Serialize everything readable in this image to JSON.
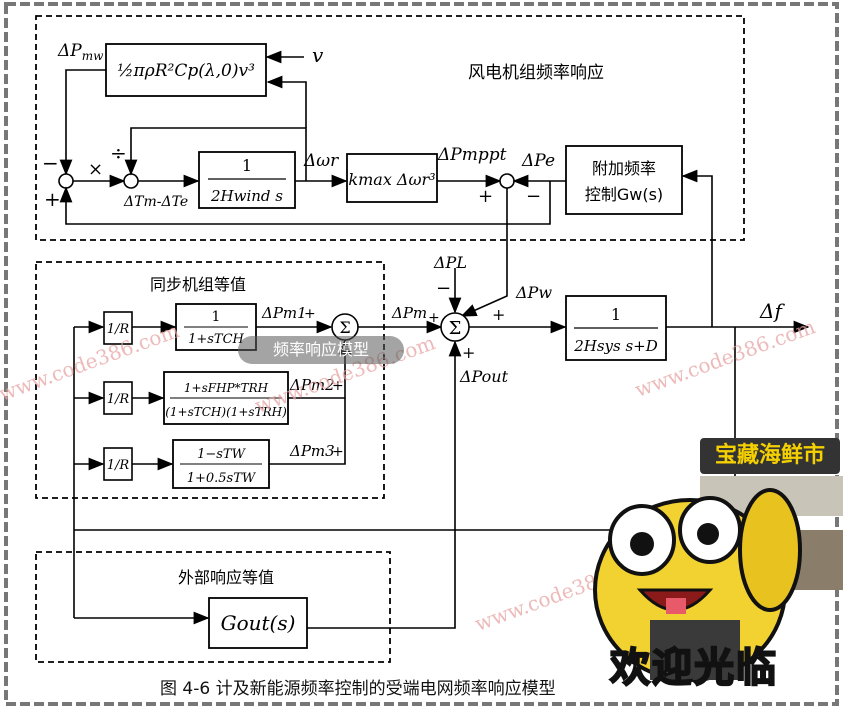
{
  "diagram": {
    "wind": {
      "section_title": "风电机组频率响应",
      "label_dPmw": "ΔP",
      "label_dPmw_sub": "mw",
      "block_aero": "½πρR²Cp(λ,0)v³",
      "input_v": "v",
      "divide_symbol": "÷",
      "times_symbol": "×",
      "sign_minus": "−",
      "sign_plus": "+",
      "label_dTm_dTe": "ΔTm-ΔTe",
      "block_inertia_num": "1",
      "block_inertia_den": "2Hwind s",
      "label_domega": "Δωr",
      "block_mppt": "kmax Δωr³",
      "label_dPmppt": "ΔPmppt",
      "label_dPe": "ΔPe",
      "sum_plus": "+",
      "sum_minus": "−",
      "block_aux_line1": "附加频率",
      "block_aux_line2": "控制Gw(s)"
    },
    "sync": {
      "section_title": "同步机组等值",
      "gain": "1/R",
      "b1_num": "1",
      "b1_den": "1+sTCH",
      "b2_num": "1+sFHP*TRH",
      "b2_den": "(1+sTCH)(1+sTRH)",
      "b3_num": "1−sTW",
      "b3_den": "1+0.5sTW",
      "label_dPm1": "ΔPm1",
      "label_dPm2": "ΔPm2",
      "label_dPm3": "ΔPm3",
      "plus": "+",
      "sigma": "Σ"
    },
    "main": {
      "label_dPL": "ΔPL",
      "label_dPm": "ΔPm",
      "label_dPw": "ΔPw",
      "label_dPout": "ΔPout",
      "sigma": "Σ",
      "minus": "−",
      "plus": "+",
      "block_sys_num": "1",
      "block_sys_den": "2Hsys s+D",
      "output": "Δf"
    },
    "external": {
      "section_title": "外部响应等值",
      "block": "Gout(s)"
    }
  },
  "caption": "图 4-6  计及新能源频率控制的受端电网频率响应模型",
  "overlay_text": "频率响应模型",
  "watermark": "www.code386.com",
  "sticker": {
    "title": "宝藏海鲜市",
    "welcome": "欢迎光临"
  }
}
